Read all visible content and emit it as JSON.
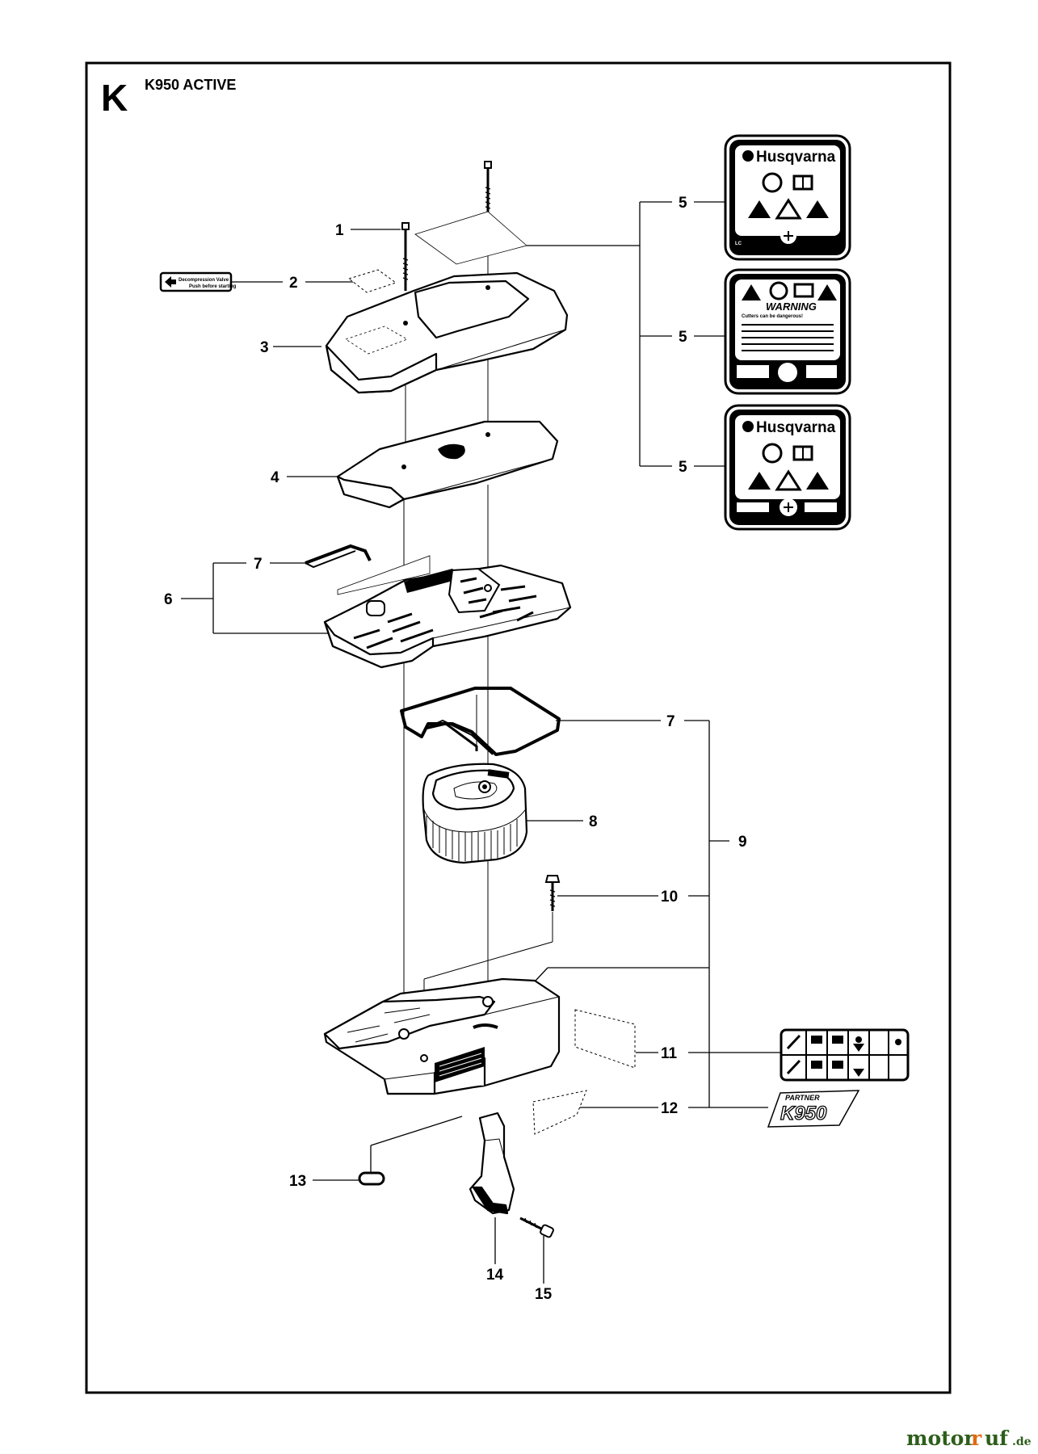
{
  "section_letter": "K",
  "title": "K950 ACTIVE",
  "part_numbers": {
    "p1": "1",
    "p2": "2",
    "p3": "3",
    "p4": "4",
    "p5a": "5",
    "p5b": "5",
    "p5c": "5",
    "p6": "6",
    "p7a": "7",
    "p7b": "7",
    "p8": "8",
    "p9": "9",
    "p10": "10",
    "p11": "11",
    "p12": "12",
    "p13": "13",
    "p14": "14",
    "p15": "15"
  },
  "decals": {
    "brand_a": "Husqvarna",
    "brand_b": "Husqvarna",
    "warning_title": "WARNING",
    "warning_subtitle": "Cutters can be dangerous!",
    "decomp_label": "Decompression Valve",
    "decomp_sub": "Push before starting",
    "model_partner": "PARTNER",
    "model_name": "K950"
  },
  "watermark": {
    "motor": "motor",
    "uf": "uf",
    "domain": ".de"
  }
}
